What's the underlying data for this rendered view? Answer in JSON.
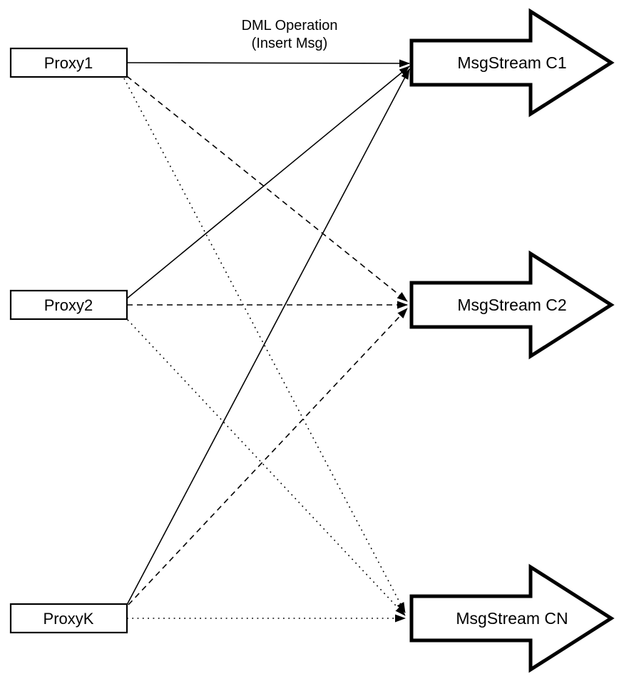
{
  "title": {
    "line1": "DML Operation",
    "line2": "(Insert Msg)"
  },
  "nodes": {
    "proxies": [
      {
        "id": "proxy1",
        "label": "Proxy1"
      },
      {
        "id": "proxy2",
        "label": "Proxy2"
      },
      {
        "id": "proxyk",
        "label": "ProxyK"
      }
    ],
    "streams": [
      {
        "id": "c1",
        "label": "MsgStream C1"
      },
      {
        "id": "c2",
        "label": "MsgStream C2"
      },
      {
        "id": "cn",
        "label": "MsgStream CN"
      }
    ]
  },
  "edges": [
    {
      "from": "Proxy1",
      "to": "MsgStream C1",
      "style": "solid"
    },
    {
      "from": "Proxy2",
      "to": "MsgStream C1",
      "style": "solid"
    },
    {
      "from": "ProxyK",
      "to": "MsgStream C1",
      "style": "solid"
    },
    {
      "from": "Proxy1",
      "to": "MsgStream C2",
      "style": "dashed"
    },
    {
      "from": "Proxy2",
      "to": "MsgStream C2",
      "style": "dashed"
    },
    {
      "from": "ProxyK",
      "to": "MsgStream C2",
      "style": "dashed"
    },
    {
      "from": "Proxy1",
      "to": "MsgStream CN",
      "style": "dotted"
    },
    {
      "from": "Proxy2",
      "to": "MsgStream CN",
      "style": "dotted"
    },
    {
      "from": "ProxyK",
      "to": "MsgStream CN",
      "style": "dotted"
    }
  ],
  "colors": {
    "stroke": "#000000",
    "fill": "#ffffff",
    "background": "#ffffff"
  }
}
